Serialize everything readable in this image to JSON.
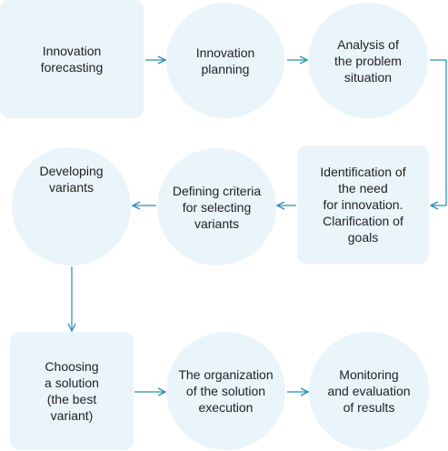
{
  "diagram": {
    "nodes": [
      {
        "id": "innovation-forecasting",
        "label": "Innovation\nforecasting",
        "shape": "rect"
      },
      {
        "id": "innovation-planning",
        "label": "Innovation\nplanning",
        "shape": "circle"
      },
      {
        "id": "analysis-problem",
        "label": "Analysis of\nthe problem\nsituation",
        "shape": "circle"
      },
      {
        "id": "identification-need",
        "label": "Identification of\nthe need\nfor innovation.\nClarification of\ngoals",
        "shape": "rect"
      },
      {
        "id": "defining-criteria",
        "label": "Defining criteria\nfor selecting\nvariants",
        "shape": "circle"
      },
      {
        "id": "developing-variants",
        "label": "Developing\nvariants",
        "shape": "circle"
      },
      {
        "id": "choosing-solution",
        "label": "Choosing\na solution\n(the best\nvariant)",
        "shape": "rect"
      },
      {
        "id": "organization-execution",
        "label": "The organization\nof the solution\nexecution",
        "shape": "circle"
      },
      {
        "id": "monitoring-evaluation",
        "label": "Monitoring\nand evaluation\nof results",
        "shape": "circle"
      }
    ],
    "edges": [
      {
        "from": "innovation-forecasting",
        "to": "innovation-planning"
      },
      {
        "from": "innovation-planning",
        "to": "analysis-problem"
      },
      {
        "from": "analysis-problem",
        "to": "identification-need"
      },
      {
        "from": "identification-need",
        "to": "defining-criteria"
      },
      {
        "from": "defining-criteria",
        "to": "developing-variants"
      },
      {
        "from": "developing-variants",
        "to": "choosing-solution"
      },
      {
        "from": "choosing-solution",
        "to": "organization-execution"
      },
      {
        "from": "organization-execution",
        "to": "monitoring-evaluation"
      }
    ],
    "colors": {
      "node_fill": "#eaf4fb",
      "arrow": "#2a8fb5",
      "text": "#222222"
    }
  }
}
